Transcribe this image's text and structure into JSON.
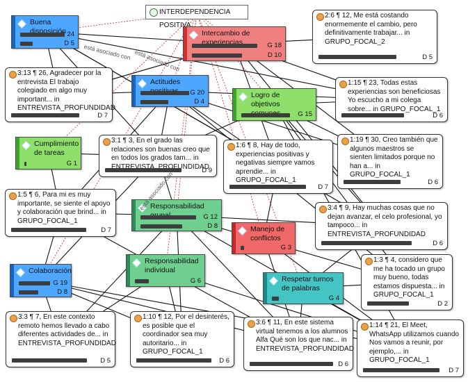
{
  "root": {
    "title": "INTERDEPENDENCIA POSITIVA",
    "icon": "network-icon"
  },
  "codes": [
    {
      "id": "buena",
      "title": "Buena disposición",
      "g": "G 24",
      "d": "D 5",
      "color": "#4da6ff",
      "stripe": "#1565c0"
    },
    {
      "id": "intercambio",
      "title": "Intercambio de experiencias",
      "g": "G 18",
      "d": "D 10",
      "color": "#f08080",
      "stripe": "#d32f2f"
    },
    {
      "id": "actitudes",
      "title": "Actitudes positivas",
      "g": "G 20",
      "d": "D 4",
      "color": "#4da6ff",
      "stripe": "#1565c0"
    },
    {
      "id": "logro",
      "title": "Logro de objetivos comunes",
      "g": "G 15",
      "d": "",
      "color": "#8fe06a",
      "stripe": "#3fa52a"
    },
    {
      "id": "cumplimiento",
      "title": "Cumplimiento de tareas",
      "g": "G 1",
      "d": "",
      "color": "#8fe06a",
      "stripe": "#3fa52a"
    },
    {
      "id": "grupal",
      "title": "Responsabilidad grupal",
      "g": "G 12",
      "d": "D 8",
      "color": "#6fcf8f",
      "stripe": "#2e8b57"
    },
    {
      "id": "manejo",
      "title": "Manejo de conflictos",
      "g": "G 3",
      "d": "",
      "color": "#f06868",
      "stripe": "#c62828"
    },
    {
      "id": "individual",
      "title": "Responsabilidad individual",
      "g": "G 6",
      "d": "",
      "color": "#6fcf8f",
      "stripe": "#2e8b57"
    },
    {
      "id": "colaboracion",
      "title": "Colaboración",
      "g": "G 19",
      "d": "D 8",
      "color": "#4da6ff",
      "stripe": "#1565c0"
    },
    {
      "id": "respetar",
      "title": "Respetar turnos de palabras",
      "g": "G 4",
      "d": "",
      "color": "#45c4c4",
      "stripe": "#1f8a8a"
    }
  ],
  "quotes": [
    {
      "id": "q2_6",
      "text": "2:6 ¶ 12, Me está costando enormemente el cambio, pero definitivamente trabajar... in GRUPO_FOCAL_2",
      "d": "D 5"
    },
    {
      "id": "q3_13",
      "text": "3:13 ¶ 26, Agradecer por la entrevista El trabajo colegiado en algo muy important... in ENTREVISTA_PROFUNDIDAD",
      "d": "D 7"
    },
    {
      "id": "q1_15",
      "text": "1:15 ¶ 23, Todas estas experiencias son beneficiosas Yo escucho a mi colega sobre... in GRUPO_FOCAL_1",
      "d": "D 6"
    },
    {
      "id": "q3_1",
      "text": "3:1 ¶ 3, En el grado las relaciones son buenas creo que en todos los grados tam... in ENTREVISTA_PROFUNDIDAD",
      "d": "D 9"
    },
    {
      "id": "q1_6",
      "text": "1:6 ¶ 8, Hay de todo, experiencias positivas y negativas siempre vamos aprendie... in GRUPO_FOCAL_1",
      "d": "D 7"
    },
    {
      "id": "q1_19",
      "text": "1:19 ¶ 30, Creo también que algunos maestros se sienten limitados porque no han a... in GRUPO_FOCAL_1",
      "d": "D 6"
    },
    {
      "id": "q1_5",
      "text": "1:5 ¶ 6, Para mi es muy importante, se siente el apoyo y colaboración que brind... in GRUPO_FOCAL_1",
      "d": "D 7"
    },
    {
      "id": "q3_4",
      "text": "3:4 ¶ 9, Hay muchas cosas que no dejan avanzar, el celo profesional, yo tampoco... in ENTREVISTA_PROFUNDIDAD",
      "d": "D 6"
    },
    {
      "id": "q1_3",
      "text": "1:3 ¶ 4, considero que me ha tocado un grupo muy bueno, todas estamos dispuesta... in GRUPO_FOCAL_1",
      "d": "D 2"
    },
    {
      "id": "q3_3",
      "text": "3:3 ¶ 7, En este contexto remoto hemos llevado a cabo diferentes actividades de... in ENTREVISTA_PROFUNDIDAD",
      "d": "D 5"
    },
    {
      "id": "q1_10",
      "text": "1:10 ¶ 12, Por el  desinterés, es posible que el coordinador sea muy autoritario... in GRUPO_FOCAL_1",
      "d": "D 6"
    },
    {
      "id": "q3_6",
      "text": "3:6 ¶ 11, En este sistema virtual tenemos a los alumnos Alfa Qué son los que nac... in ENTREVISTA_PROFUNDIDAD",
      "d": "D 6"
    },
    {
      "id": "q1_14",
      "text": "1:14 ¶ 21, El Meet,  WhatsApp utilizamos cuando Nos vamos a reunir, por ejemplo,... in GRUPO_FOCAL_1",
      "d": "D 7"
    }
  ],
  "edge_labels": [
    {
      "text": "está asociado con"
    },
    {
      "text": "está asociado con"
    },
    {
      "text": "está asociado con"
    }
  ],
  "colors": {
    "edge": "#111111",
    "dashed_edge": "#d02020"
  }
}
